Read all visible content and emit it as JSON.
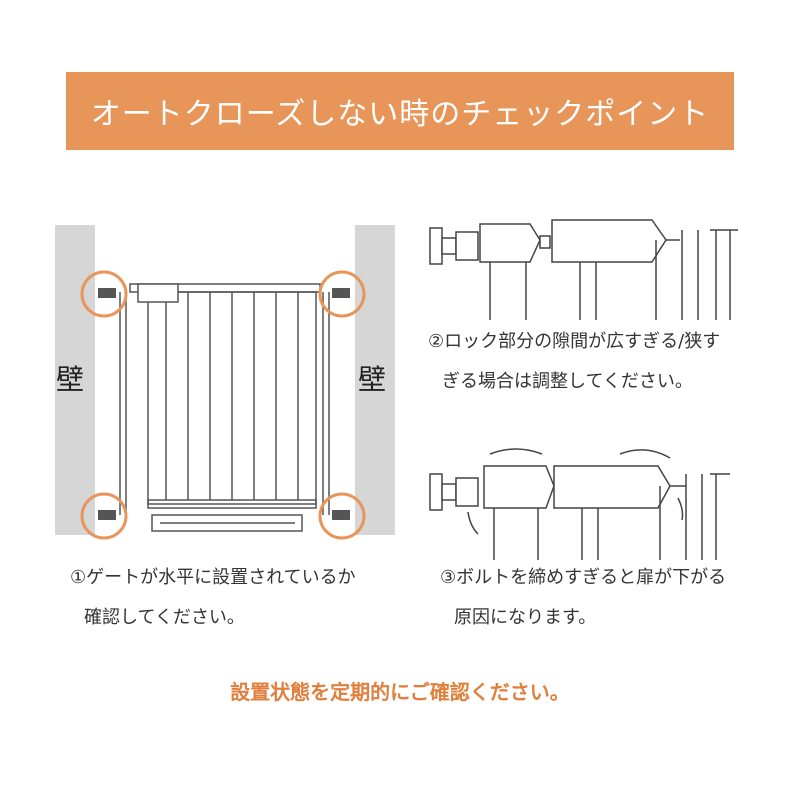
{
  "banner": {
    "title": "オートクローズしない時のチェックポイント"
  },
  "gate_figure": {
    "wall_left": "壁",
    "wall_right": "壁",
    "caption_line1": "①ゲートが水平に設置されているか",
    "caption_line2": "確認してください。"
  },
  "lock_figure": {
    "caption_line1": "②ロック部分の隙間が広すぎる/狭す",
    "caption_line2": "ぎる場合は調整してください。"
  },
  "bolt_figure": {
    "caption_line1": "③ボルトを締めすぎると扉が下がる",
    "caption_line2": "原因になります。"
  },
  "footer": {
    "note": "設置状態を定期的にご確認ください。"
  },
  "colors": {
    "accent": "#e8955a",
    "footer_text": "#e07f3e",
    "wall": "#d6d6d6",
    "line": "#444444"
  },
  "icons": [
    "highlight-circle-icon",
    "wall-bolt-icon"
  ]
}
